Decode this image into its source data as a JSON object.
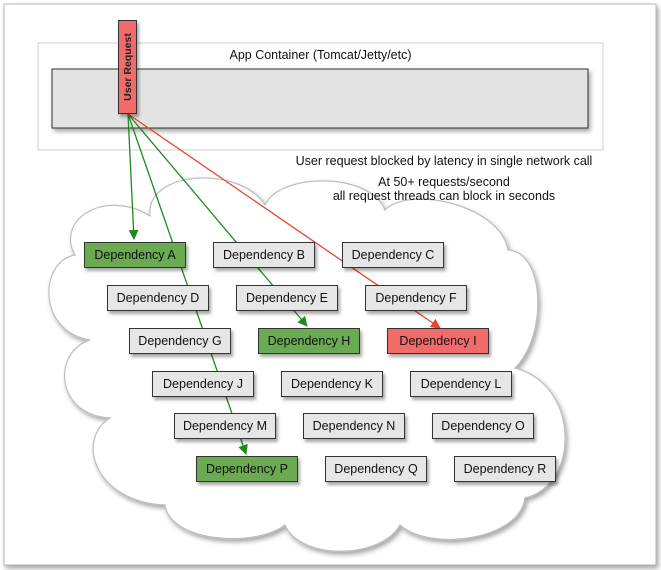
{
  "container": {
    "title": "App Container (Tomcat/Jetty/etc)"
  },
  "user_request": {
    "label": "User Request"
  },
  "notes": [
    "User request blocked by latency in single network call",
    "At 50+ requests/second",
    "all request threads can block in seconds"
  ],
  "dependencies": [
    {
      "label": "Dependency A",
      "state": "ok"
    },
    {
      "label": "Dependency B",
      "state": "idle"
    },
    {
      "label": "Dependency C",
      "state": "idle"
    },
    {
      "label": "Dependency D",
      "state": "idle"
    },
    {
      "label": "Dependency E",
      "state": "idle"
    },
    {
      "label": "Dependency F",
      "state": "idle"
    },
    {
      "label": "Dependency G",
      "state": "idle"
    },
    {
      "label": "Dependency H",
      "state": "ok"
    },
    {
      "label": "Dependency I",
      "state": "blocked"
    },
    {
      "label": "Dependency J",
      "state": "idle"
    },
    {
      "label": "Dependency K",
      "state": "idle"
    },
    {
      "label": "Dependency L",
      "state": "idle"
    },
    {
      "label": "Dependency M",
      "state": "idle"
    },
    {
      "label": "Dependency N",
      "state": "idle"
    },
    {
      "label": "Dependency O",
      "state": "idle"
    },
    {
      "label": "Dependency P",
      "state": "ok"
    },
    {
      "label": "Dependency Q",
      "state": "idle"
    },
    {
      "label": "Dependency R",
      "state": "idle"
    }
  ],
  "colors": {
    "ok": "#6aaa50",
    "blocked": "#f26b6b",
    "idle": "#e6e6e6",
    "request": "#f26b6b",
    "arrow_ok": "#1e8a1e",
    "arrow_blocked": "#e8452f",
    "app_bar": "#e3e3e3"
  }
}
